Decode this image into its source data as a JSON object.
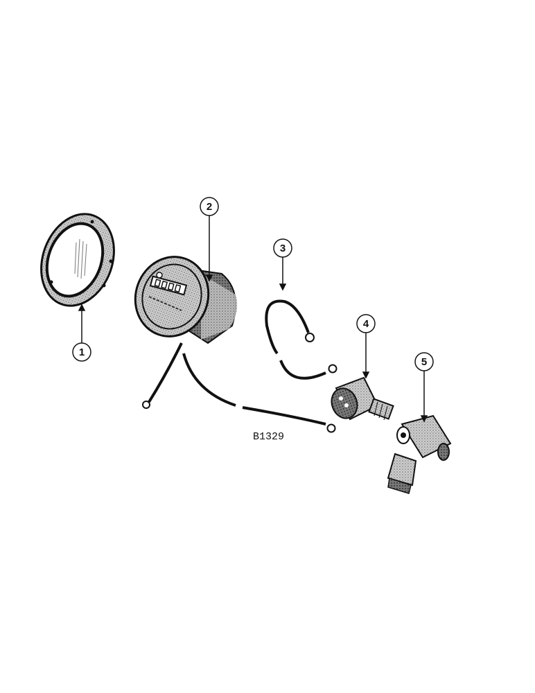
{
  "figure_code": "B1329",
  "callouts": [
    {
      "number": "1",
      "part": "bezel-ring"
    },
    {
      "number": "2",
      "part": "hour-meter"
    },
    {
      "number": "3",
      "part": "wire-lead"
    },
    {
      "number": "4",
      "part": "pressure-switch"
    },
    {
      "number": "5",
      "part": "tee-fitting"
    }
  ],
  "colors": {
    "ink": "#111111",
    "shade": "#8a8a8a",
    "paper": "#ffffff"
  }
}
